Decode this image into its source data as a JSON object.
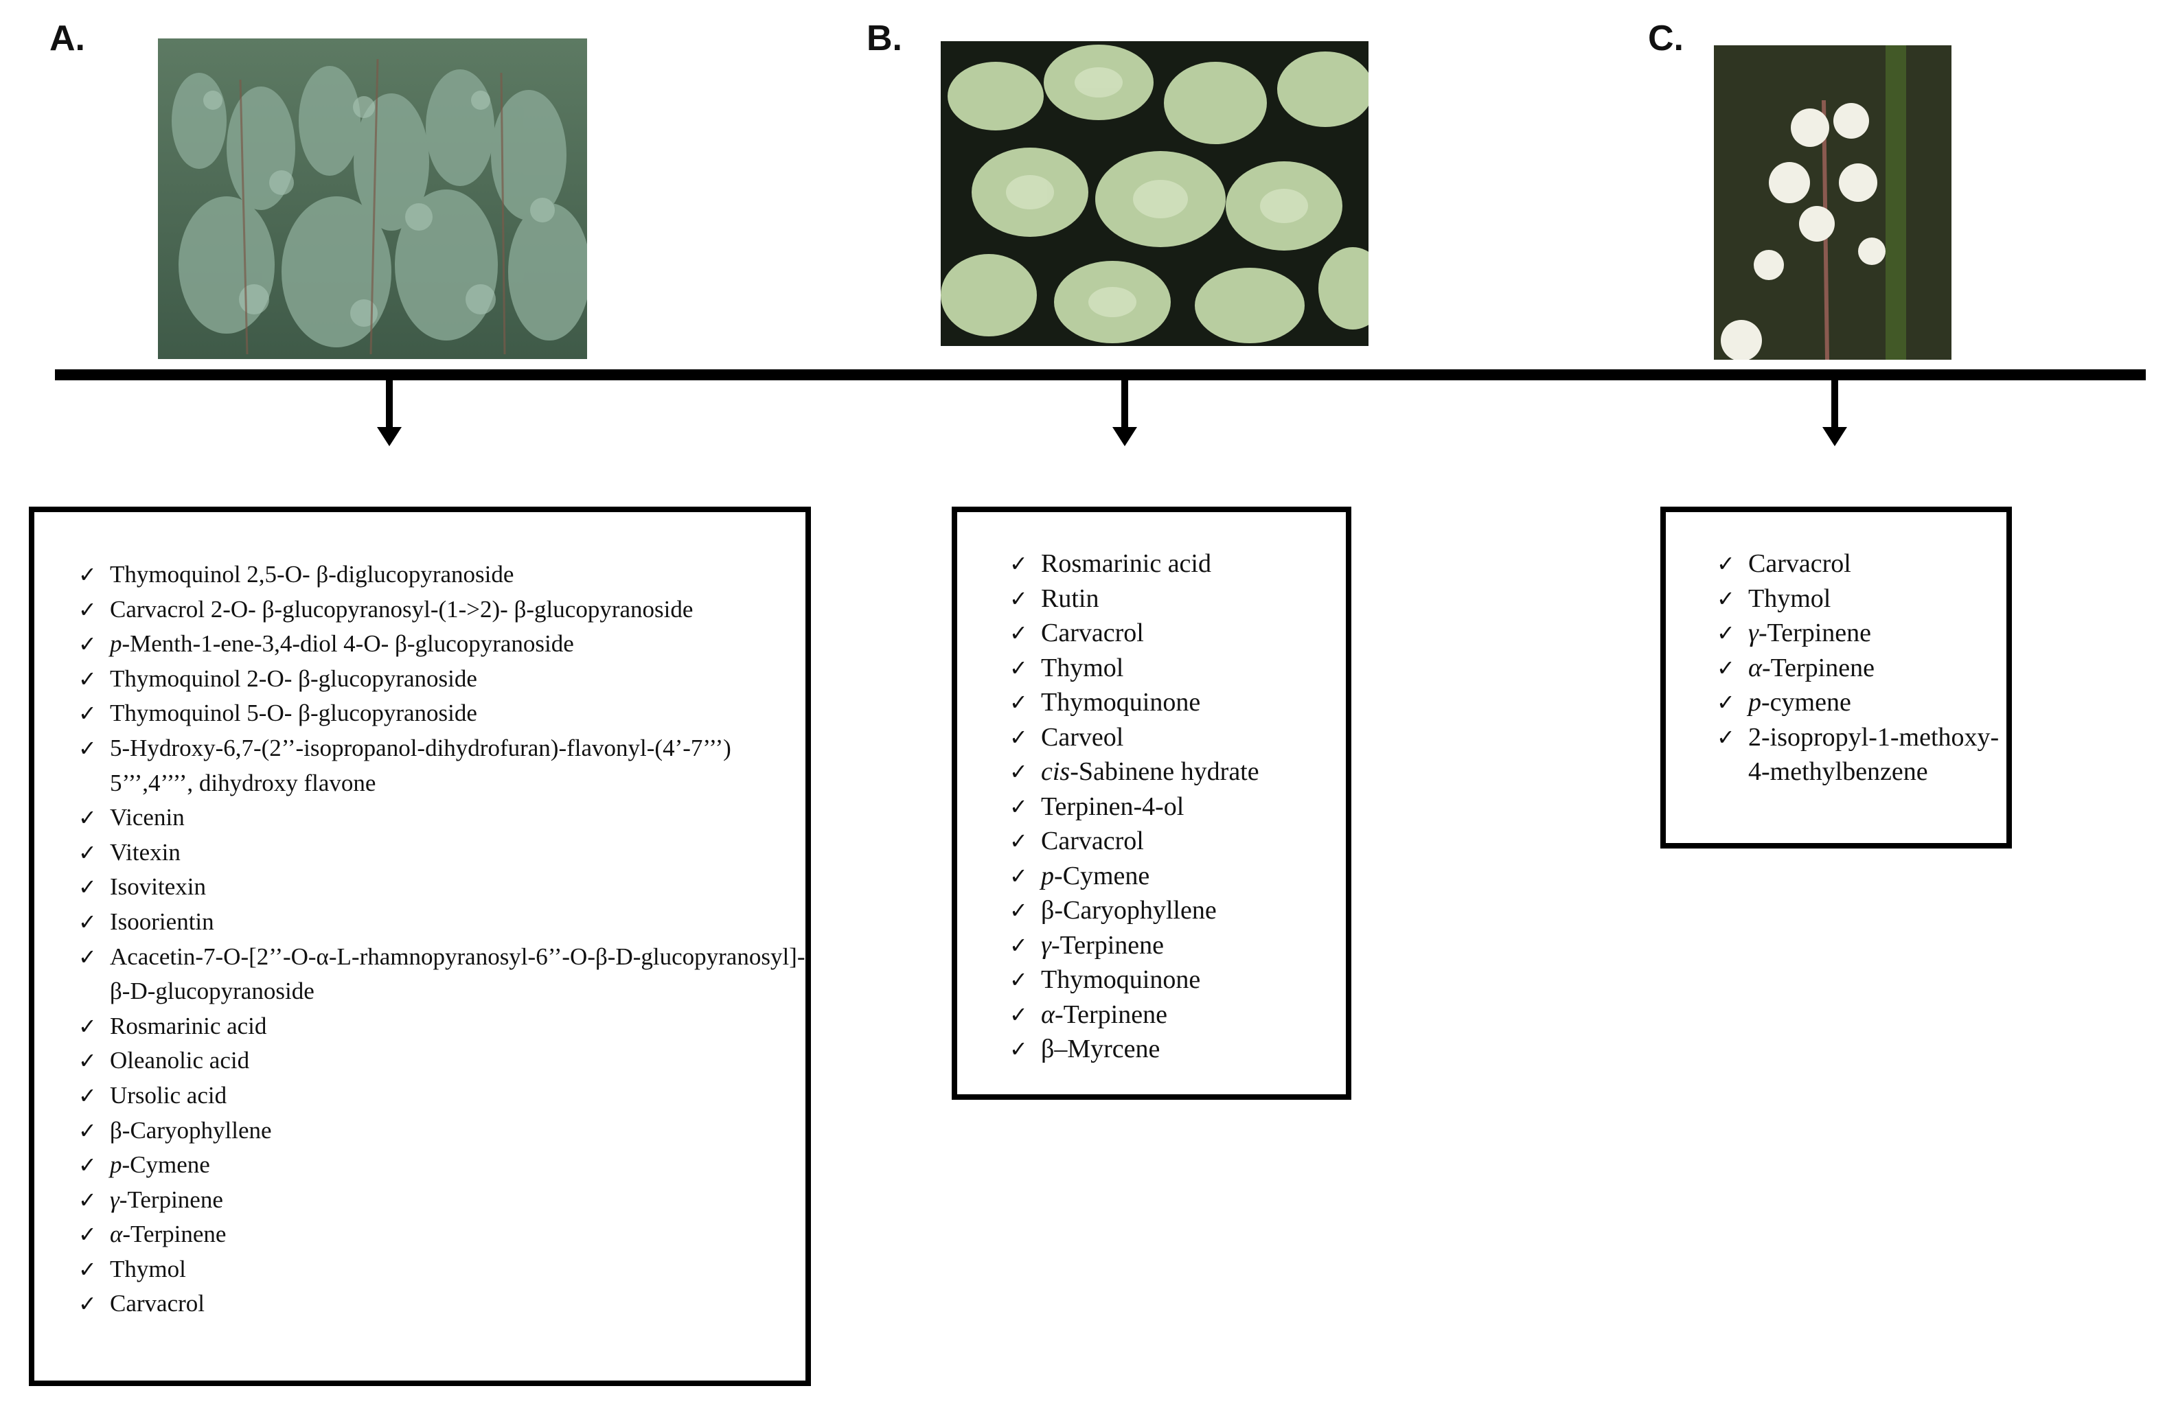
{
  "panels": [
    {
      "label": "A.",
      "compounds": [
        "Thymoquinol 2,5-O- β-diglucopyranoside",
        "Carvacrol 2-O- β-glucopyranosyl-(1->2)- β-glucopyranoside",
        "p-Menth-1-ene-3,4-diol 4-O- β-glucopyranoside",
        "Thymoquinol 2-O- β-glucopyranoside",
        "Thymoquinol 5-O- β-glucopyranoside",
        "5-Hydroxy-6,7-(2’’-isopropanol-dihydrofuran)-flavonyl-(4’-7’’’) 5’’’,4’’’’, dihydroxy flavone",
        "Vicenin",
        "Vitexin",
        "Isovitexin",
        "Isoorientin",
        "Acacetin-7-O-[2’’-O-α-L-rhamnopyranosyl-6’’-O-β-D-glucopyranosyl]-β-D-glucopyranoside",
        "Rosmarinic acid",
        "Oleanolic acid",
        "Ursolic acid",
        "β-Caryophyllene",
        "p-Cymene",
        "γ-Terpinene",
        "α-Terpinene",
        "Thymol",
        "Carvacrol"
      ]
    },
    {
      "label": "B.",
      "compounds": [
        "Rosmarinic acid",
        "Rutin",
        "Carvacrol",
        "Thymol",
        "Thymoquinone",
        "Carveol",
        "cis-Sabinene hydrate",
        "Terpinen-4-ol",
        "Carvacrol",
        "p-Cymene",
        "β-Caryophyllene",
        "γ-Terpinene",
        "Thymoquinone",
        "α-Terpinene",
        "β–Myrcene"
      ]
    },
    {
      "label": "C.",
      "compounds": [
        "Carvacrol",
        "Thymol",
        "γ-Terpinene",
        "α-Terpinene",
        "p-cymene",
        "2-isopropyl-1-methoxy-4-methylbenzene"
      ]
    }
  ],
  "check_glyph": "✓",
  "icons": [
    "check-icon",
    "down-arrow-icon"
  ]
}
